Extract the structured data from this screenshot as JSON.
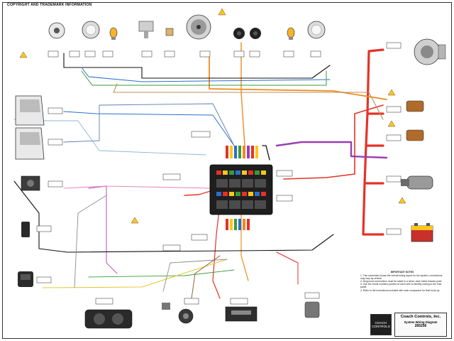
{
  "header": {
    "copyright": "COPYRIGHT AND TRADEMARK INFORMATION"
  },
  "notes": {
    "heading": "IMPORTANT NOTES",
    "items": [
      "1. This schematic shows the overall wiring layout for the system; connections may vary by vehicle.",
      "2. All ground connections must be made to a clean, bare metal chassis point.",
      "3. Use the circuit numbers printed on each wire to identify routing to the fuse panel.",
      "4. Refer to the instructions included with each component for final hook-up."
    ]
  },
  "title_block": {
    "company": "Coach Controls, Inc.",
    "title": "System Wiring Diagram",
    "number": "285256"
  },
  "logo": {
    "text": "COACH CONTROLS"
  },
  "wire_colors": {
    "battery_feed": "#e53226",
    "ignition": "#f08a1c",
    "accessory": "#9b3fb3",
    "ground": "#111111",
    "lighting": "#2b6fce",
    "signal": "#3a9a3a",
    "pink": "#e48bc0",
    "yellow": "#e6c93a",
    "tan": "#b8925a",
    "grey": "#8c8c8c"
  }
}
